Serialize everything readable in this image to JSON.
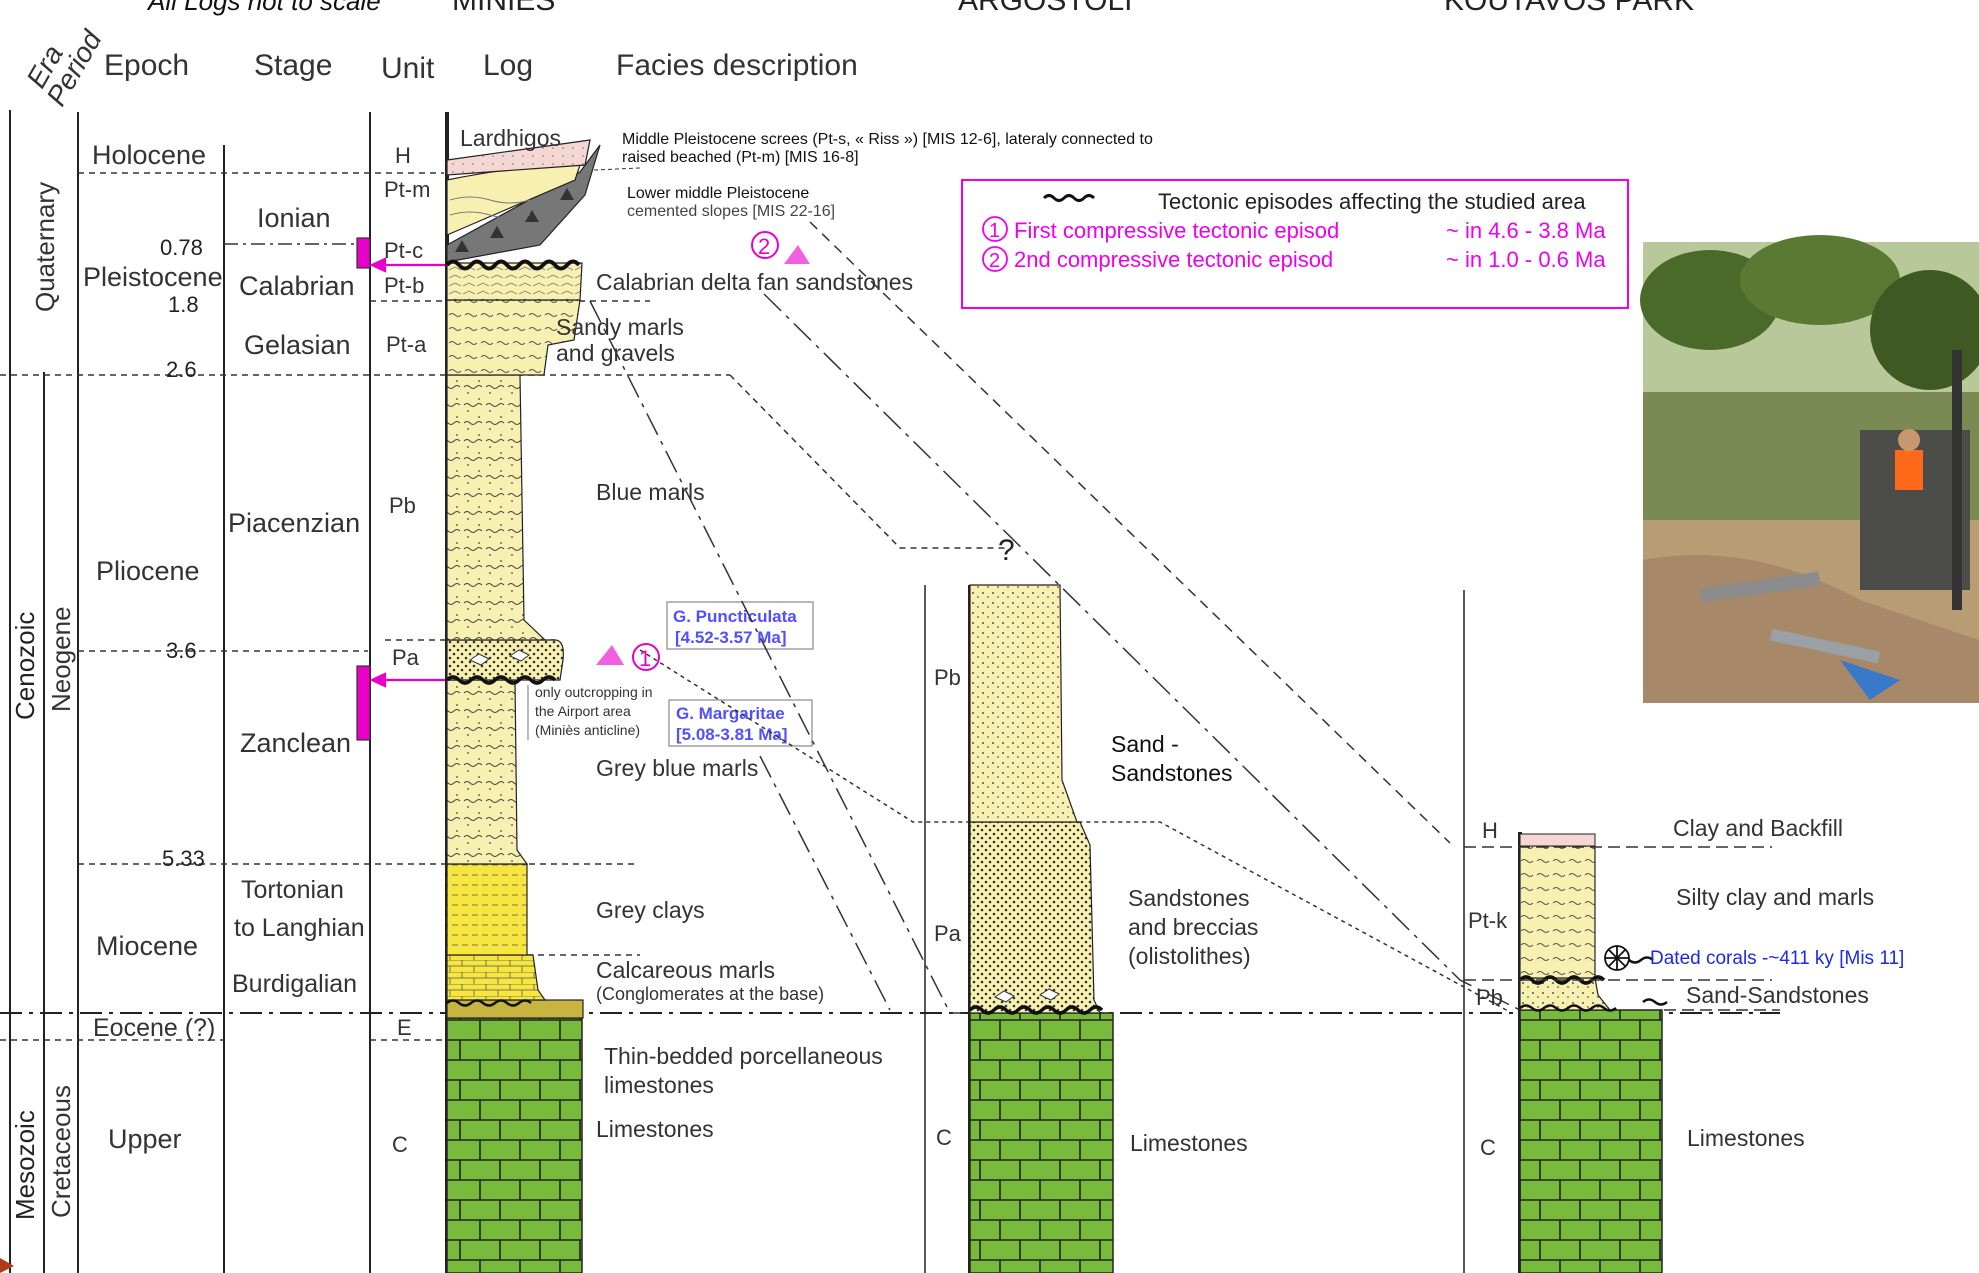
{
  "top_labels": {
    "note": "All Logs not to scale",
    "section_minies": "MINIES",
    "section_argostoli": "ARGOSTOLI",
    "section_koutavos": "KOUTAVOS PARK"
  },
  "headers": {
    "era": "Era",
    "period": "Period",
    "epoch": "Epoch",
    "stage": "Stage",
    "unit": "Unit",
    "log": "Log",
    "facies": "Facies description"
  },
  "eras": {
    "quaternary": "Quaternary",
    "cenozoic": "Cenozoic",
    "neogene": "Neogene",
    "mesozoic": "Mesozoic",
    "cretaceous": "Cretaceous"
  },
  "epochs": {
    "holocene": "Holocene",
    "pleistocene": "Pleistocene",
    "pliocene": "Pliocene",
    "miocene": "Miocene",
    "eocene": "Eocene (?)",
    "upper": "Upper"
  },
  "stages": {
    "ionian": "Ionian",
    "calabrian": "Calabrian",
    "gelasian": "Gelasian",
    "piacenzian": "Piacenzian",
    "zanclean": "Zanclean",
    "tortonian_1": "Tortonian",
    "tortonian_2": "to Langhian",
    "burdigalian": "Burdigalian"
  },
  "ages": {
    "a078": "0.78",
    "a18": "1.8",
    "a26": "2.6",
    "a36": "3.6",
    "a533": "5.33"
  },
  "units": {
    "h": "H",
    "ptm": "Pt-m",
    "ptc": "Pt-c",
    "ptb": "Pt-b",
    "pta": "Pt-a",
    "pb": "Pb",
    "pa": "Pa",
    "e": "E",
    "c": "C",
    "ptk": "Pt-k"
  },
  "facies": {
    "lardhigos": "Lardhigos",
    "screes_1": "Middle Pleistocene screes (Pt-s, « Riss ») [MIS 12-6], lateraly connected to",
    "screes_2": "raised beached (Pt-m) [MIS 16-8]",
    "lower_1": "Lower middle Pleistocene",
    "lower_2": "cemented slopes [MIS 22-16]",
    "calabrian_delta": "Calabrian delta fan sandstones",
    "sandy_1": "Sandy marls",
    "sandy_2": "and gravels",
    "blue_marls": "Blue marls",
    "outcrop_1": "only outcropping in",
    "outcrop_2": "the Airport area",
    "outcrop_3": "(Miniès anticline)",
    "grey_blue": "Grey blue marls",
    "grey_clays": "Grey clays",
    "calc_1": "Calcareous marls",
    "calc_2": "(Conglomerates at the base)",
    "thin_1": "Thin-bedded porcellaneous",
    "thin_2": "limestones",
    "limestones": "Limestones"
  },
  "fossils": {
    "punct_name": "G. Puncticulata",
    "punct_age": "[4.52-3.57 Ma]",
    "marg_name": "G. Margaritae",
    "marg_age": "[5.08-3.81 Ma]"
  },
  "legend": {
    "title": "Tectonic episodes affecting the studied area",
    "ep1_num": "1",
    "ep1": "First compressive tectonic episod",
    "ep1_age": "~ in 4.6 - 3.8 Ma",
    "ep2_num": "2",
    "ep2": "2nd compressive tectonic episod",
    "ep2_age": "~ in 1.0 - 0.6 Ma"
  },
  "markers": {
    "m1": "1",
    "m2": "2",
    "question": "?"
  },
  "argostoli": {
    "sand_1": "Sand -",
    "sand_2": "Sandstones",
    "sb_1": "Sandstones",
    "sb_2": "and breccias",
    "sb_3": "(olistolithes)",
    "limestones": "Limestones"
  },
  "koutavos": {
    "clay": "Clay and Backfill",
    "silty": "Silty clay and marls",
    "corals": "Dated corals -~411 ky [Mis 11]",
    "sand": "Sand-Sandstones",
    "limestones": "Limestones"
  },
  "colors": {
    "magenta": "#e800c8",
    "legend_magenta": "#ee00ee",
    "limestone_green": "#78bb3c",
    "sand_yellow": "#f8f0b0",
    "clay_yellow": "#f8e640",
    "eocene_olive": "#c8b440",
    "fossil_blue": "#5050ff",
    "coral_blue": "#1a2ae8"
  },
  "photo_icon": "drilling-site-photo"
}
